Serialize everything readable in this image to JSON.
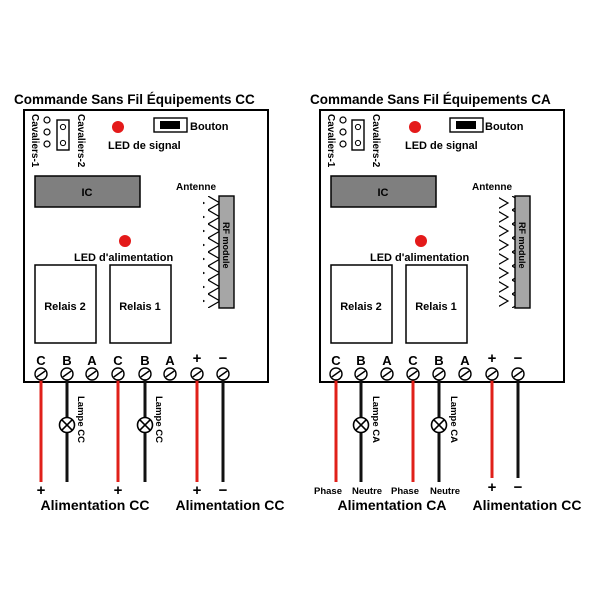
{
  "colors": {
    "wire_red": "#e0201a",
    "wire_black": "#111111",
    "led_red": "#e41a1a",
    "ic_gray": "#7f7f7f",
    "rf_gray": "#a6a6a6"
  },
  "left": {
    "title": "Commande Sans Fil Équipements CC",
    "cavaliers_1": "Cavaliers-1",
    "cavaliers_2": "Cavaliers-2",
    "bouton": "Bouton",
    "led_signal": "LED de signal",
    "ic": "IC",
    "antenne": "Antenne",
    "rf_module": "RF module",
    "led_power": "LED d'alimentation",
    "relay2": "Relais 2",
    "relay1": "Relais 1",
    "terminals": [
      "C",
      "B",
      "A",
      "C",
      "B",
      "A",
      "+",
      "−"
    ],
    "lamp1": "Lampe CC",
    "lamp2": "Lampe CC",
    "bottom_signs": [
      "+",
      "+",
      "+",
      "−"
    ],
    "supply_label_1": "Alimentation CC",
    "supply_label_2": "Alimentation CC"
  },
  "right": {
    "title": "Commande Sans Fil Équipements CA",
    "cavaliers_1": "Cavaliers-1",
    "cavaliers_2": "Cavaliers-2",
    "bouton": "Bouton",
    "led_signal": "LED de signal",
    "ic": "IC",
    "antenne": "Antenne",
    "rf_module": "RF module",
    "led_power": "LED d'alimentation",
    "relay2": "Relais 2",
    "relay1": "Relais 1",
    "terminals": [
      "C",
      "B",
      "A",
      "C",
      "B",
      "A",
      "+",
      "−"
    ],
    "lamp1": "Lampe CA",
    "lamp2": "Lampe CA",
    "phase1": "Phase",
    "neutre1": "Neutre",
    "phase2": "Phase",
    "neutre2": "Neutre",
    "bottom_signs": [
      "+",
      "−"
    ],
    "supply_label_1": "Alimentation CA",
    "supply_label_2": "Alimentation CC"
  }
}
